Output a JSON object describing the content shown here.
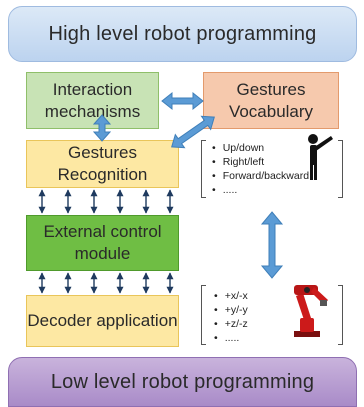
{
  "top_band": "High level robot programming",
  "bottom_band": "Low level robot programming",
  "boxes": {
    "interaction": "Interaction mechanisms",
    "vocabulary": "Gestures Vocabulary",
    "recognition": "Gestures Recognition",
    "external": "External control module",
    "decoder": "Decoder application"
  },
  "gesture_list": [
    "Up/down",
    "Right/left",
    "Forward/backward",
    "....."
  ],
  "robot_list": [
    "+x/-x",
    "+y/-y",
    "+z/-z",
    "....."
  ],
  "colors": {
    "top_band": "#bcd3ef",
    "bottom_band": "#a98bc8",
    "interaction": "#c8e3b5",
    "vocabulary": "#f6c9ad",
    "recognition": "#fde8a3",
    "external": "#6fbe44",
    "decoder": "#fde8a3",
    "arrow": "#5b9bd5",
    "robot": "#cc1a1a"
  },
  "icons": [
    "person-pointing-icon",
    "robot-arm-icon"
  ]
}
